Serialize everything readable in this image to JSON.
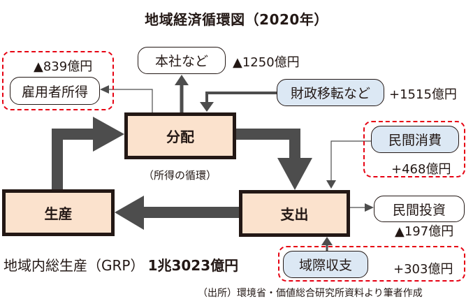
{
  "title": "地域経済循環図（2020年）",
  "nodes": {
    "distribution": {
      "label": "分配",
      "caption": "（所得の循環）"
    },
    "production": {
      "label": "生産"
    },
    "expenditure": {
      "label": "支出"
    }
  },
  "flows": {
    "employee_income": {
      "label": "雇用者所得",
      "value": "▲839億円",
      "highlighted": true
    },
    "headquarters": {
      "label": "本社など",
      "value": "▲1250億円",
      "highlighted": false
    },
    "fiscal_transfer": {
      "label": "財政移転など",
      "value": "+1515億円",
      "highlighted": false
    },
    "private_consumption": {
      "label": "民間消費",
      "value": "+468億円",
      "highlighted": true
    },
    "private_investment": {
      "label": "民間投資",
      "value": "▲197億円",
      "highlighted": false
    },
    "interregional_balance": {
      "label": "域際収支",
      "value": "+303億円",
      "highlighted": true
    }
  },
  "grp": {
    "label": "地域内総生産（GRP）",
    "value": "1兆3023億円"
  },
  "source": "（出所）環境省・価値総合研究所資料より筆者作成",
  "colors": {
    "node_fill": "#fbe2cd",
    "node_border": "#231815",
    "arrow": "#4d4d4d",
    "highlight_dash": "#e60012",
    "blue_pill": "#dce8f4"
  }
}
